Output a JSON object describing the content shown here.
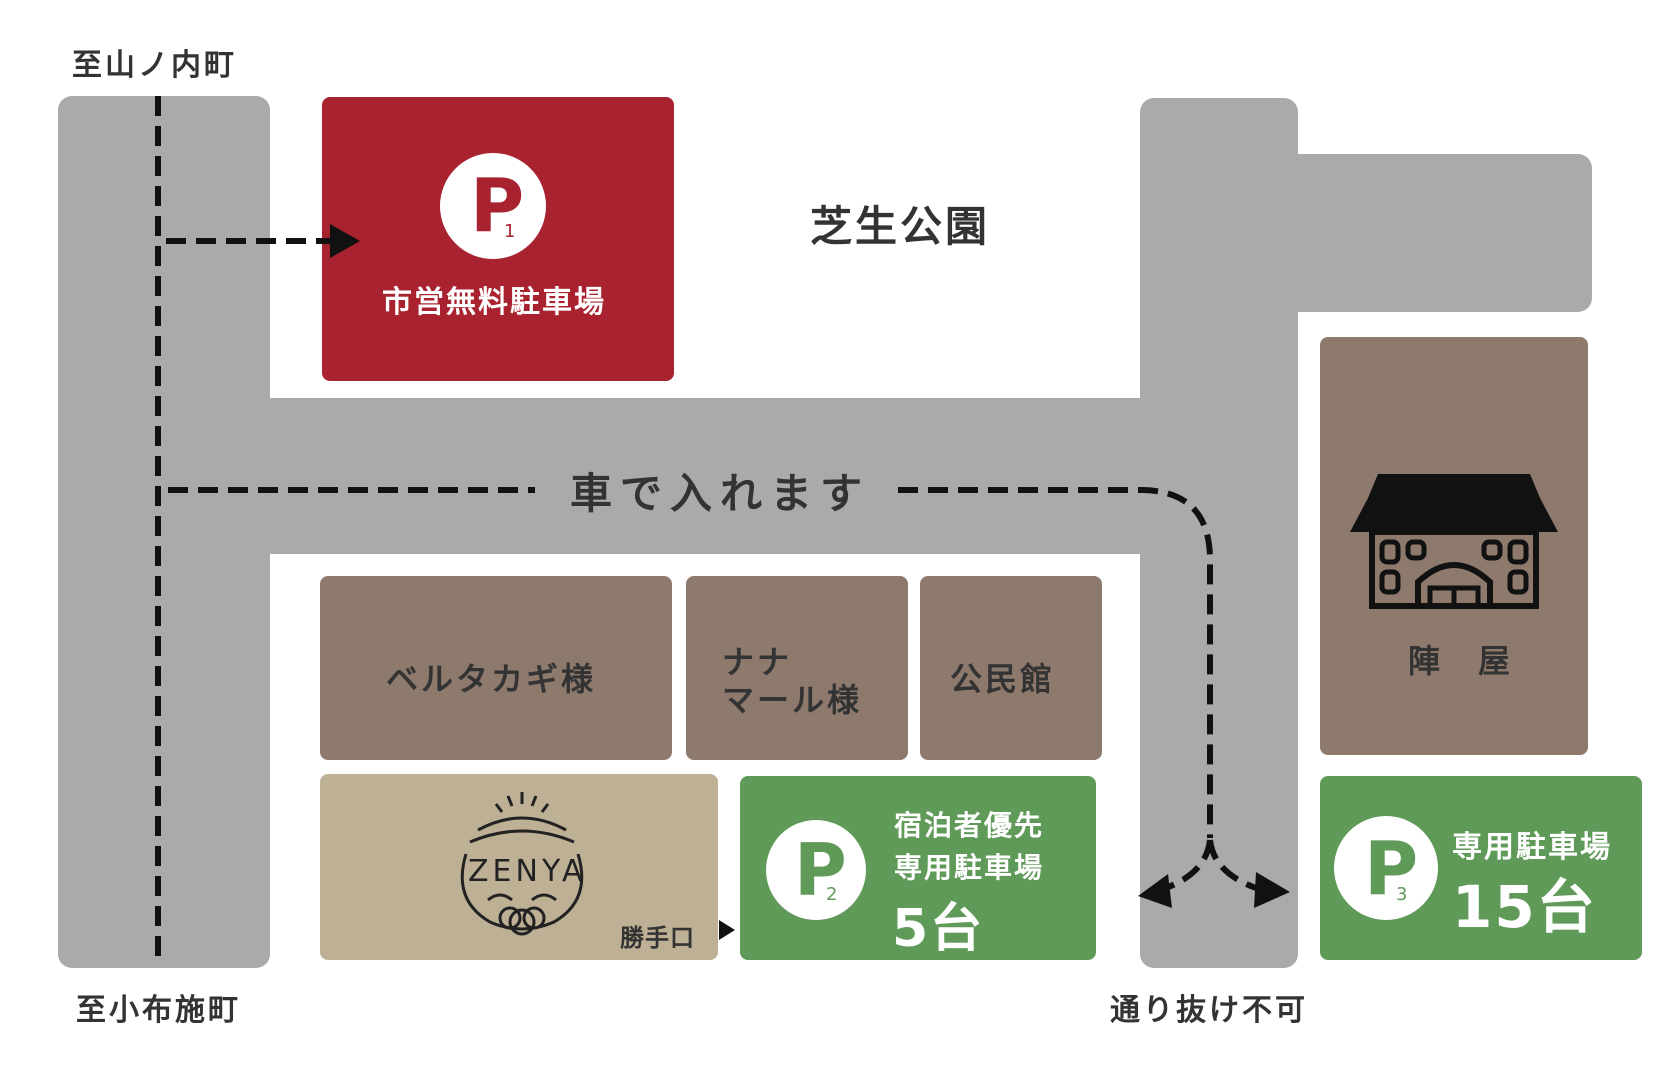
{
  "directions": {
    "north": "至山ノ内町",
    "south": "至小布施町",
    "no_through": "通り抜け不可"
  },
  "route_label": "車で入れます",
  "park": "芝生公園",
  "parking": {
    "p1": {
      "letter": "P",
      "number": "1",
      "label": "市営無料駐車場"
    },
    "p2": {
      "letter": "P",
      "number": "2",
      "label_line1": "宿泊者優先",
      "label_line2": "専用駐車場",
      "capacity": "5台"
    },
    "p3": {
      "letter": "P",
      "number": "3",
      "label": "専用駐車場",
      "capacity": "15台"
    }
  },
  "buildings": {
    "berutakagi": "ベルタカギ様",
    "nana_line1": "ナナ",
    "nana_line2": "マール様",
    "kominkan": "公民館",
    "jinya": "陣　屋",
    "zenya_logo": "ZENYA",
    "side_entrance": "勝手口"
  },
  "colors": {
    "road": "#aaaaaa",
    "p1_red": "#a8232f",
    "p_green": "#5f9a59",
    "building_brown": "#8d7a6d",
    "zenya_tan": "#bdb095",
    "line_black": "#111111"
  }
}
